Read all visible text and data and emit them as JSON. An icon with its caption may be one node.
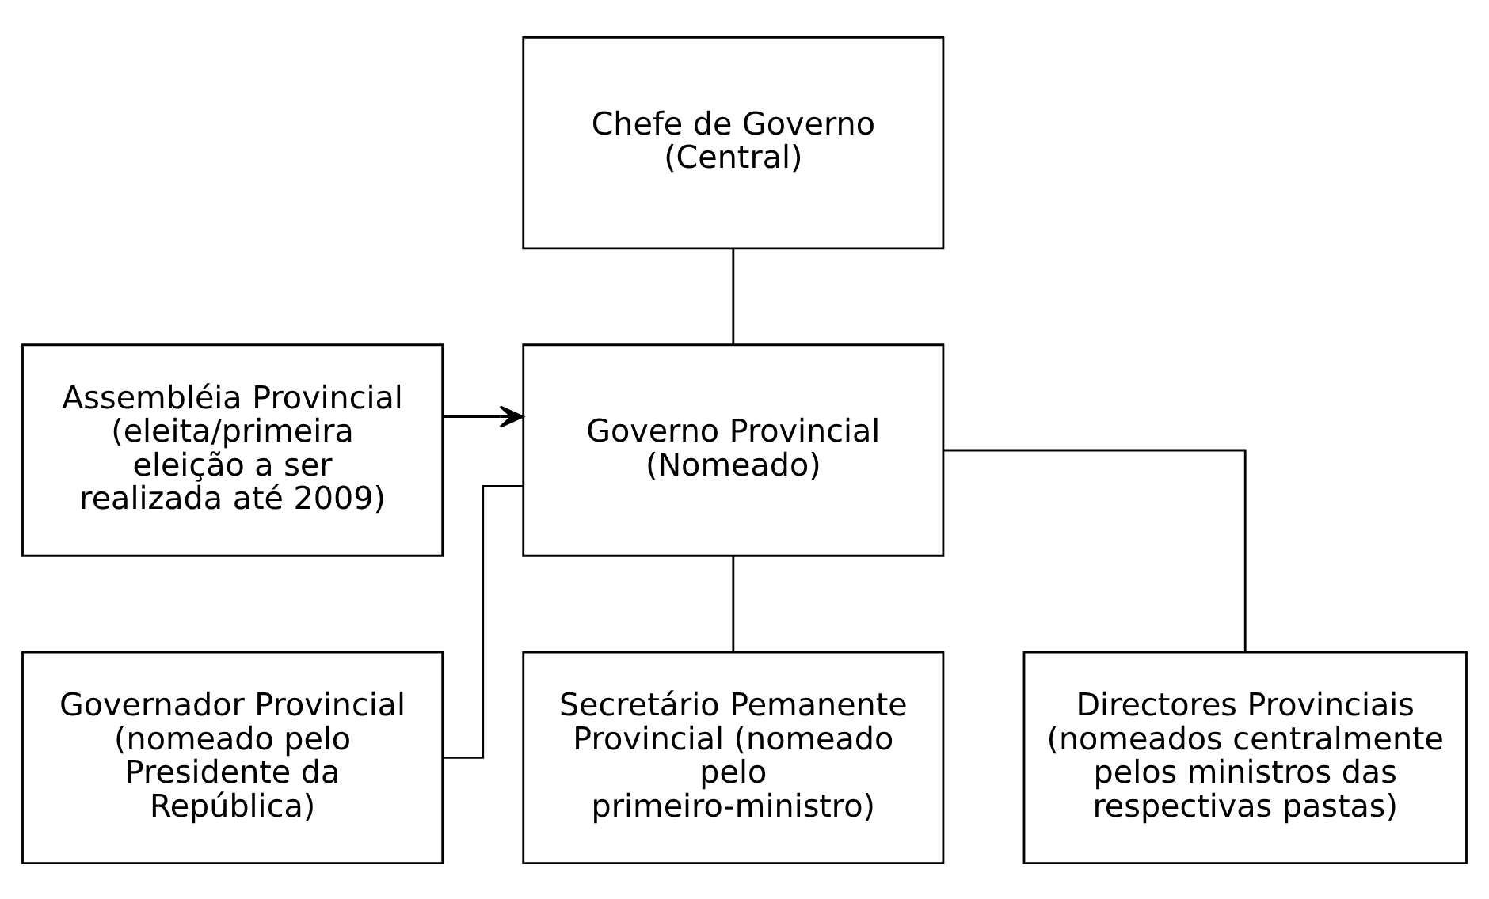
{
  "diagram": {
    "nodes": [
      {
        "text": [
          "Chefe de Governo (Central)"
        ]
      },
      {
        "text": [
          "Governo Provincial (Nomeado)"
        ]
      },
      {
        "text": [
          "Assembléia Provincial (eleita/primeira eleição a ser realizada até 2009)"
        ]
      },
      {
        "text": [
          "Governador Provincial (nomeado pelo Presidente da República)"
        ]
      },
      {
        "text": [
          "Secretário Pemanente Provincial (nomeado pelo primeiro-ministro)"
        ]
      },
      {
        "text": [
          "Directores Provinciais (nomeados centralmente pelos ministros das respectivas pastas)"
        ]
      }
    ],
    "edges": [
      {
        "from": 0,
        "to": 1,
        "arrow": "none"
      },
      {
        "from": 2,
        "to": 1,
        "arrow": "to"
      },
      {
        "from": 1,
        "to": 3,
        "arrow": "none"
      },
      {
        "from": 1,
        "to": 4,
        "arrow": "none"
      },
      {
        "from": 1,
        "to": 5,
        "arrow": "none"
      }
    ]
  }
}
